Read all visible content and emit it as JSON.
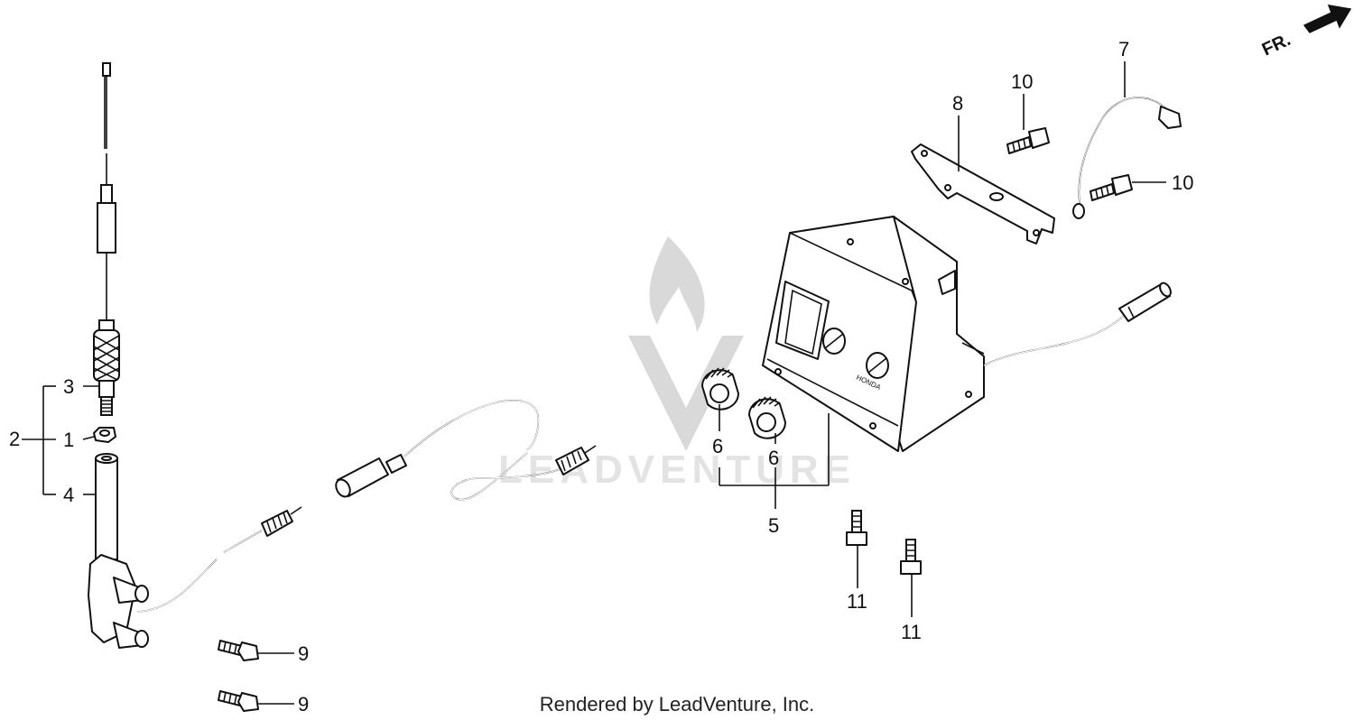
{
  "diagram": {
    "callouts": {
      "c1": "1",
      "c2": "2",
      "c3": "3",
      "c4": "4",
      "c5": "5",
      "c6a": "6",
      "c6b": "6",
      "c7": "7",
      "c8": "8",
      "c9a": "9",
      "c9b": "9",
      "c10a": "10",
      "c10b": "10",
      "c11a": "11",
      "c11b": "11"
    },
    "direction_label": "FR.",
    "unit_label": "HONDA"
  },
  "watermark": {
    "text": "LEADVENTURE"
  },
  "footer": {
    "credit": "Rendered by LeadVenture, Inc."
  }
}
